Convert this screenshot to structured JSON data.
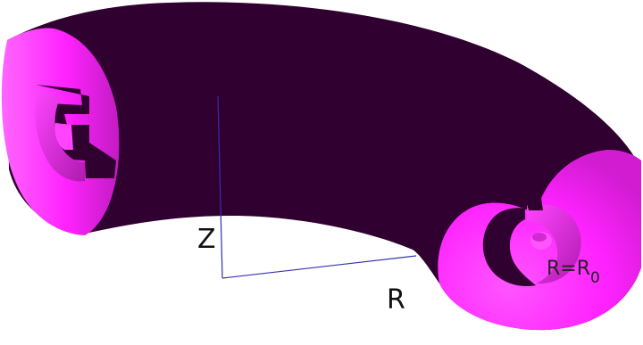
{
  "labels": {
    "z_axis": "Z",
    "r_axis": "R",
    "r0_main": "R=R",
    "r0_sub": "0"
  },
  "colors": {
    "outer_surface": "#300030",
    "cut_face": "#ff22ff",
    "cut_face_light": "#ff66ff",
    "cut_face_shadow": "#9a1a9a",
    "axis_line": "#3333aa",
    "background": "#ffffff"
  }
}
